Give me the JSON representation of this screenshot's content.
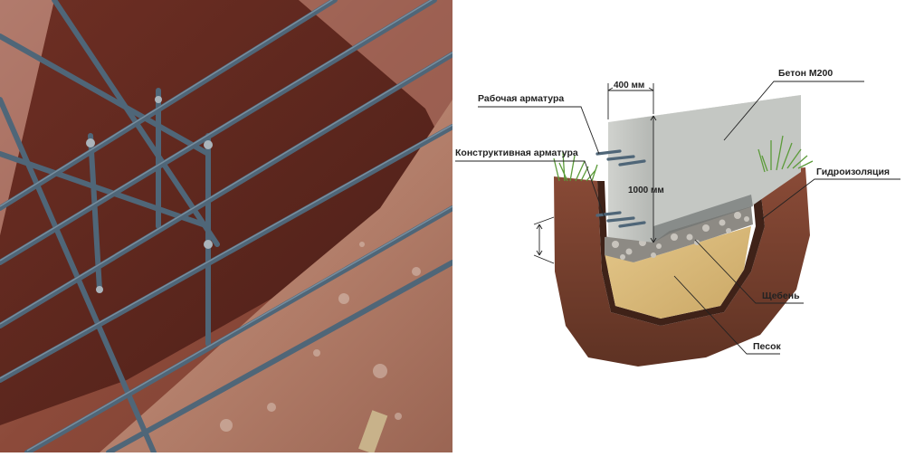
{
  "diagram": {
    "labels": {
      "working_rebar": "Рабочая арматура",
      "structural_rebar": "Конструктивная арматура",
      "concrete": "Бетон М200",
      "waterproofing": "Гидроизоляция",
      "gravel": "Щебень",
      "sand": "Песок"
    },
    "dimensions": {
      "width": "400 мм",
      "height": "1000 мм"
    }
  },
  "colors": {
    "soil": "#9a4f3c",
    "concrete": "#c9ccc8",
    "sand": "#d8b975",
    "gravel": "#8d8a84",
    "rebar": "#4f6678"
  }
}
